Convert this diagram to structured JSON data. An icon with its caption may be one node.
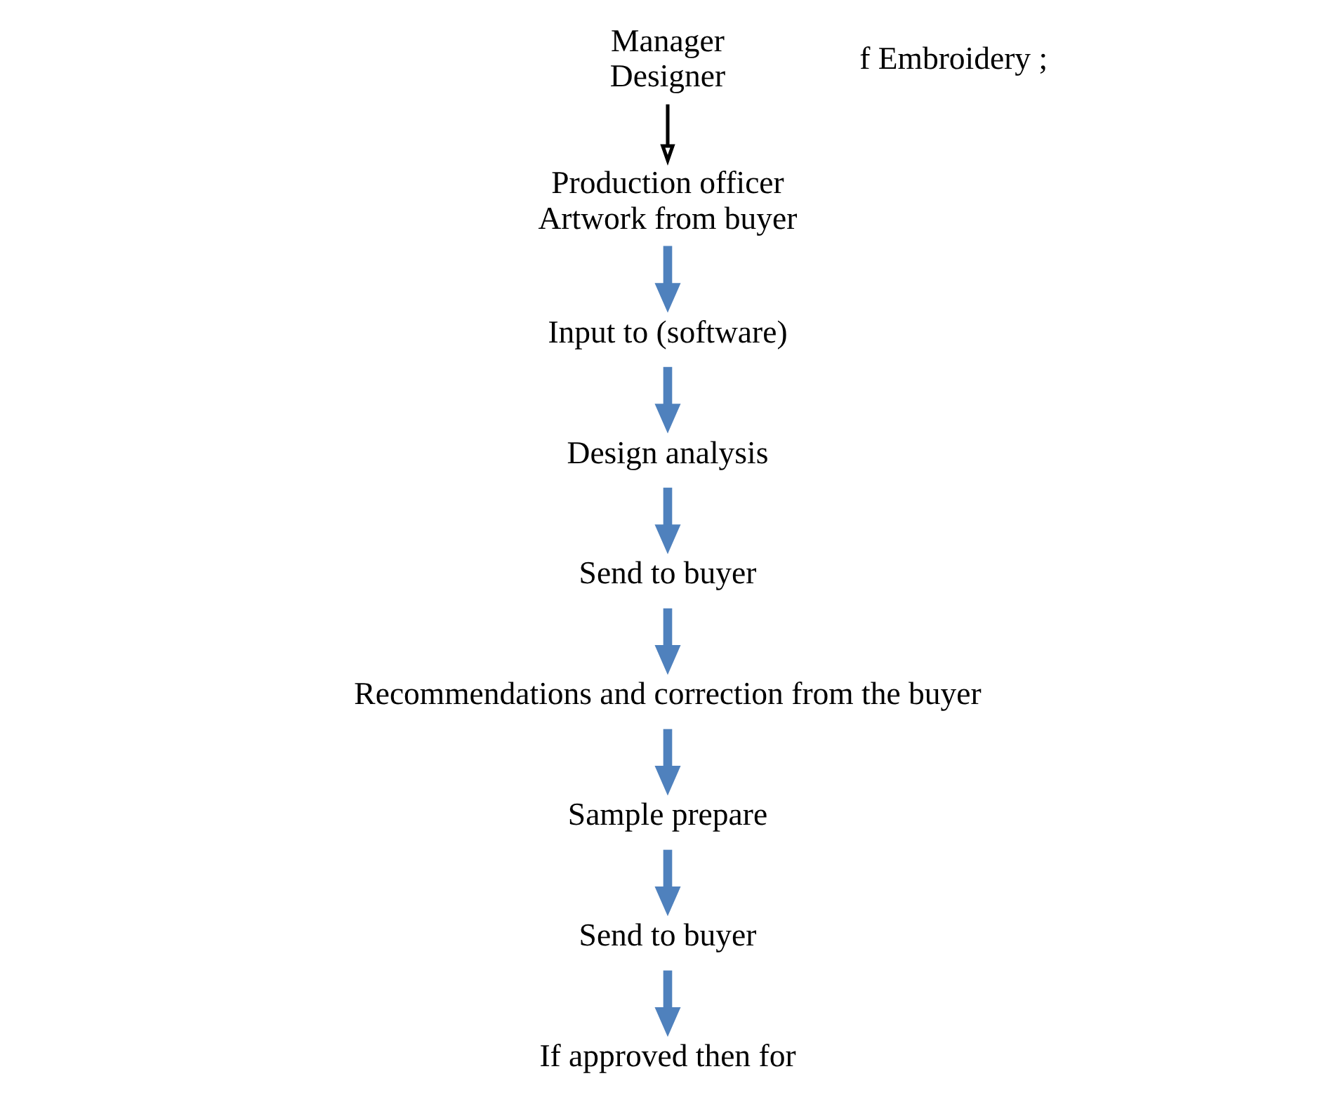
{
  "diagram": {
    "nodes": [
      {
        "text": [
          "Manager",
          "Designer"
        ]
      },
      {
        "text": [
          "Production officer",
          "Artwork from buyer"
        ]
      },
      {
        "text": [
          "Input to (software)"
        ]
      },
      {
        "text": [
          "Design analysis"
        ]
      },
      {
        "text": [
          "Send to buyer"
        ]
      },
      {
        "text": [
          "Recommendations and correction from the buyer"
        ]
      },
      {
        "text": [
          "Sample prepare"
        ]
      },
      {
        "text": [
          "Send to buyer"
        ]
      },
      {
        "text": [
          "If approved then for"
        ]
      }
    ],
    "edges": [
      {
        "from": 0,
        "to": 1,
        "arrow": "to",
        "color": "#000000"
      },
      {
        "from": 1,
        "to": 2,
        "arrow": "to"
      },
      {
        "from": 2,
        "to": 3,
        "arrow": "to"
      },
      {
        "from": 3,
        "to": 4,
        "arrow": "to"
      },
      {
        "from": 4,
        "to": 5,
        "arrow": "to"
      },
      {
        "from": 5,
        "to": 6,
        "arrow": "to"
      },
      {
        "from": 6,
        "to": 7,
        "arrow": "to"
      },
      {
        "from": 7,
        "to": 8,
        "arrow": "to"
      }
    ],
    "labels": [
      "f Embroidery ;"
    ]
  }
}
